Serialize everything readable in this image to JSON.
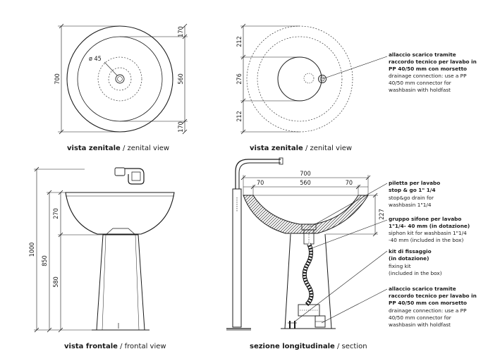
{
  "views": {
    "zenital": {
      "caption_bold": "vista zenitale",
      "caption_normal": " / zenital view",
      "dim_overall": "700",
      "dim_hole": "ø 45",
      "dim_top": "170",
      "dim_middle": "560",
      "dim_bottom": "170"
    },
    "zenital_drain": {
      "caption_bold": "vista zenitale",
      "caption_normal": " / zenital view",
      "dim_top": "212",
      "dim_middle": "276",
      "dim_bottom": "212",
      "note": {
        "bold_lines": [
          "allaccio scarico tramite",
          "raccordo tecnico per lavabo in",
          "PP 40/50 mm con morsetto"
        ],
        "normal_lines": [
          "drainage connection: use a PP",
          "40/50 mm connector for",
          "washbasin with holdfast"
        ]
      }
    },
    "frontal": {
      "caption_bold": "vista frontale",
      "caption_normal": " / frontal view",
      "dim_total": "1000",
      "dim_850": "850",
      "dim_bowl": "270",
      "dim_column": "580"
    },
    "section": {
      "caption_bold": "sezione longitudinale",
      "caption_normal": " / section",
      "dim_width": "700",
      "dim_left": "70",
      "dim_inner": "560",
      "dim_right": "70",
      "dim_depth": "227",
      "notes": [
        {
          "bold_lines": [
            "piletta per lavabo",
            "stop & go 1\" 1/4"
          ],
          "normal_lines": [
            "stop&go drain for",
            "washbasin 1\"1/4"
          ]
        },
        {
          "bold_lines": [
            "gruppo sifone per lavabo",
            "1\"1/4- 40 mm (in dotazione)"
          ],
          "normal_lines": [
            "siphon kit for washbasin 1\"1/4",
            "-40 mm (included in the box)"
          ]
        },
        {
          "bold_lines": [
            "kit di fissaggio",
            "(in dotazione)"
          ],
          "normal_lines": [
            "fixing kit",
            "(included in the box)"
          ]
        },
        {
          "bold_lines": [
            "allaccio scarico tramite",
            "raccordo tecnico per lavabo in",
            "PP 40/50 mm con morsetto"
          ],
          "normal_lines": [
            "drainage connection: use a PP",
            "40/50 mm connector for",
            "washbasin with holdfast"
          ]
        }
      ]
    }
  }
}
